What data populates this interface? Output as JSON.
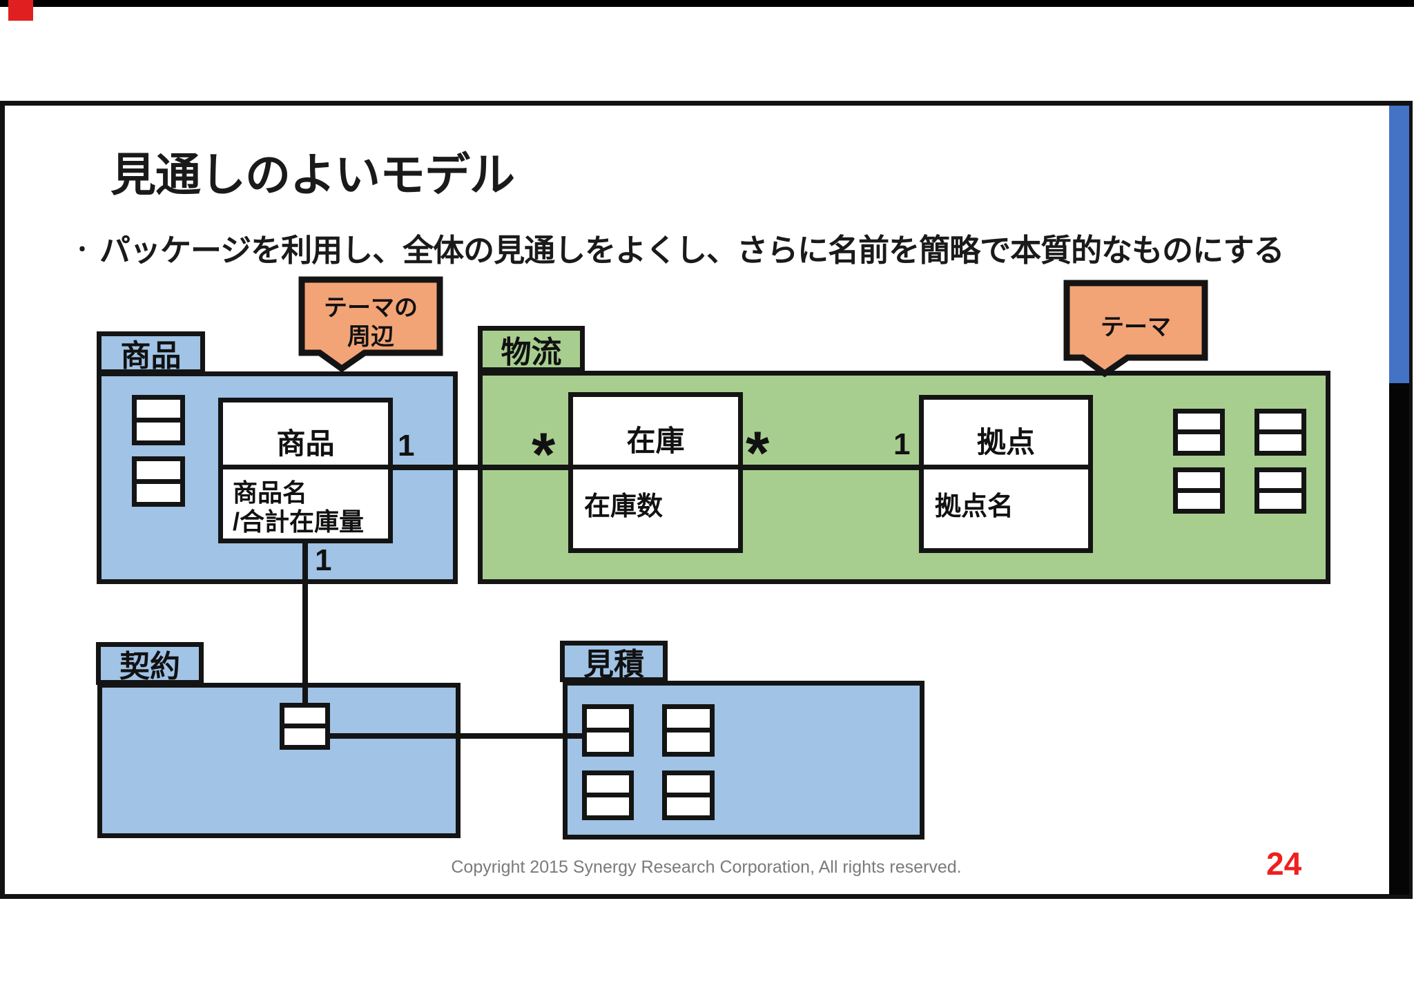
{
  "decor": {
    "top_bar_color": "#000000",
    "record_badge_color": "#E02020",
    "accent_bar_blue": "#4472C4",
    "accent_bar_black": "#050505"
  },
  "slide": {
    "title": "見通しのよいモデル",
    "bullet": {
      "marker": "・",
      "text": "パッケージを利用し、全体の見通しをよくし、さらに名前を簡略で本質的なものにする"
    },
    "footer": "Copyright 2015 Synergy Research Corporation, All rights reserved.",
    "page_number": "24"
  },
  "callouts": {
    "periphery": {
      "line1": "テーマの",
      "line2": "周辺",
      "fill": "#F2A476"
    },
    "theme": {
      "line1": "テーマ",
      "fill": "#F2A476"
    }
  },
  "packages": {
    "product": {
      "label": "商品",
      "fill": "#A0C3E6"
    },
    "logistics": {
      "label": "物流",
      "fill": "#A7CE8F"
    },
    "contract": {
      "label": "契約",
      "fill": "#A0C3E6"
    },
    "estimate": {
      "label": "見積",
      "fill": "#A0C3E6"
    }
  },
  "classes": {
    "product": {
      "name": "商品",
      "attr1": "商品名",
      "attr2": "/合計在庫量"
    },
    "stock": {
      "name": "在庫",
      "attr1": "在庫数"
    },
    "base": {
      "name": "拠点",
      "attr1": "拠点名"
    }
  },
  "multiplicities": {
    "product_to_stock": "1",
    "stock_from_product": "*",
    "stock_to_base": "*",
    "base_from_stock": "1",
    "product_to_contract": "1"
  }
}
